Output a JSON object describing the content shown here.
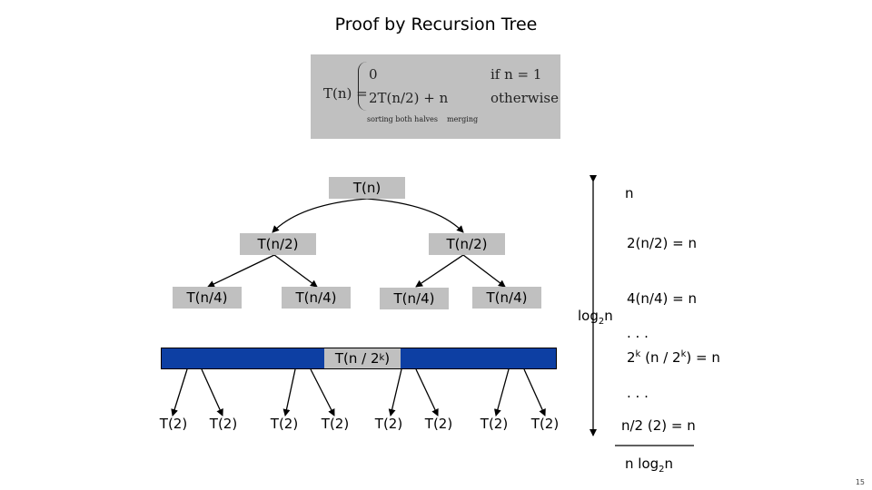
{
  "title": "Proof by Recursion Tree",
  "formula": {
    "lhs": "T(n) =",
    "case1_value": "0",
    "case1_cond": "if  n = 1",
    "case2_value": "2T(n/2)  +  n",
    "case2_cond": "otherwise",
    "under1": "sorting both halves",
    "under2": "merging"
  },
  "tree": {
    "root": "T(n)",
    "level1": [
      "T(n/2)",
      "T(n/2)"
    ],
    "level2": [
      "T(n/4)",
      "T(n/4)",
      "T(n/4)",
      "T(n/4)"
    ],
    "level_k_base": "T(n / 2",
    "level_k_exp": "k",
    "level_k_end": ")",
    "leaves": [
      "T(2)",
      "T(2)",
      "T(2)",
      "T(2)",
      "T(2)",
      "T(2)",
      "T(2)",
      "T(2)"
    ]
  },
  "height": {
    "base": "log",
    "sub": "2",
    "var": "n"
  },
  "work": {
    "level0": "n",
    "level1": "2(n/2) = n",
    "level2": "4(n/4) = n",
    "dots1": ". . .",
    "levelk_pre": "2",
    "levelk_exp": "k",
    "levelk_mid": " (n / 2",
    "levelk_exp2": "k",
    "levelk_end": ") = n",
    "dots2": ". . .",
    "leaf_level": "n/2 (2) = n",
    "total_pre": "n log",
    "total_sub": "2",
    "total_var": "n"
  },
  "page_number": "15"
}
